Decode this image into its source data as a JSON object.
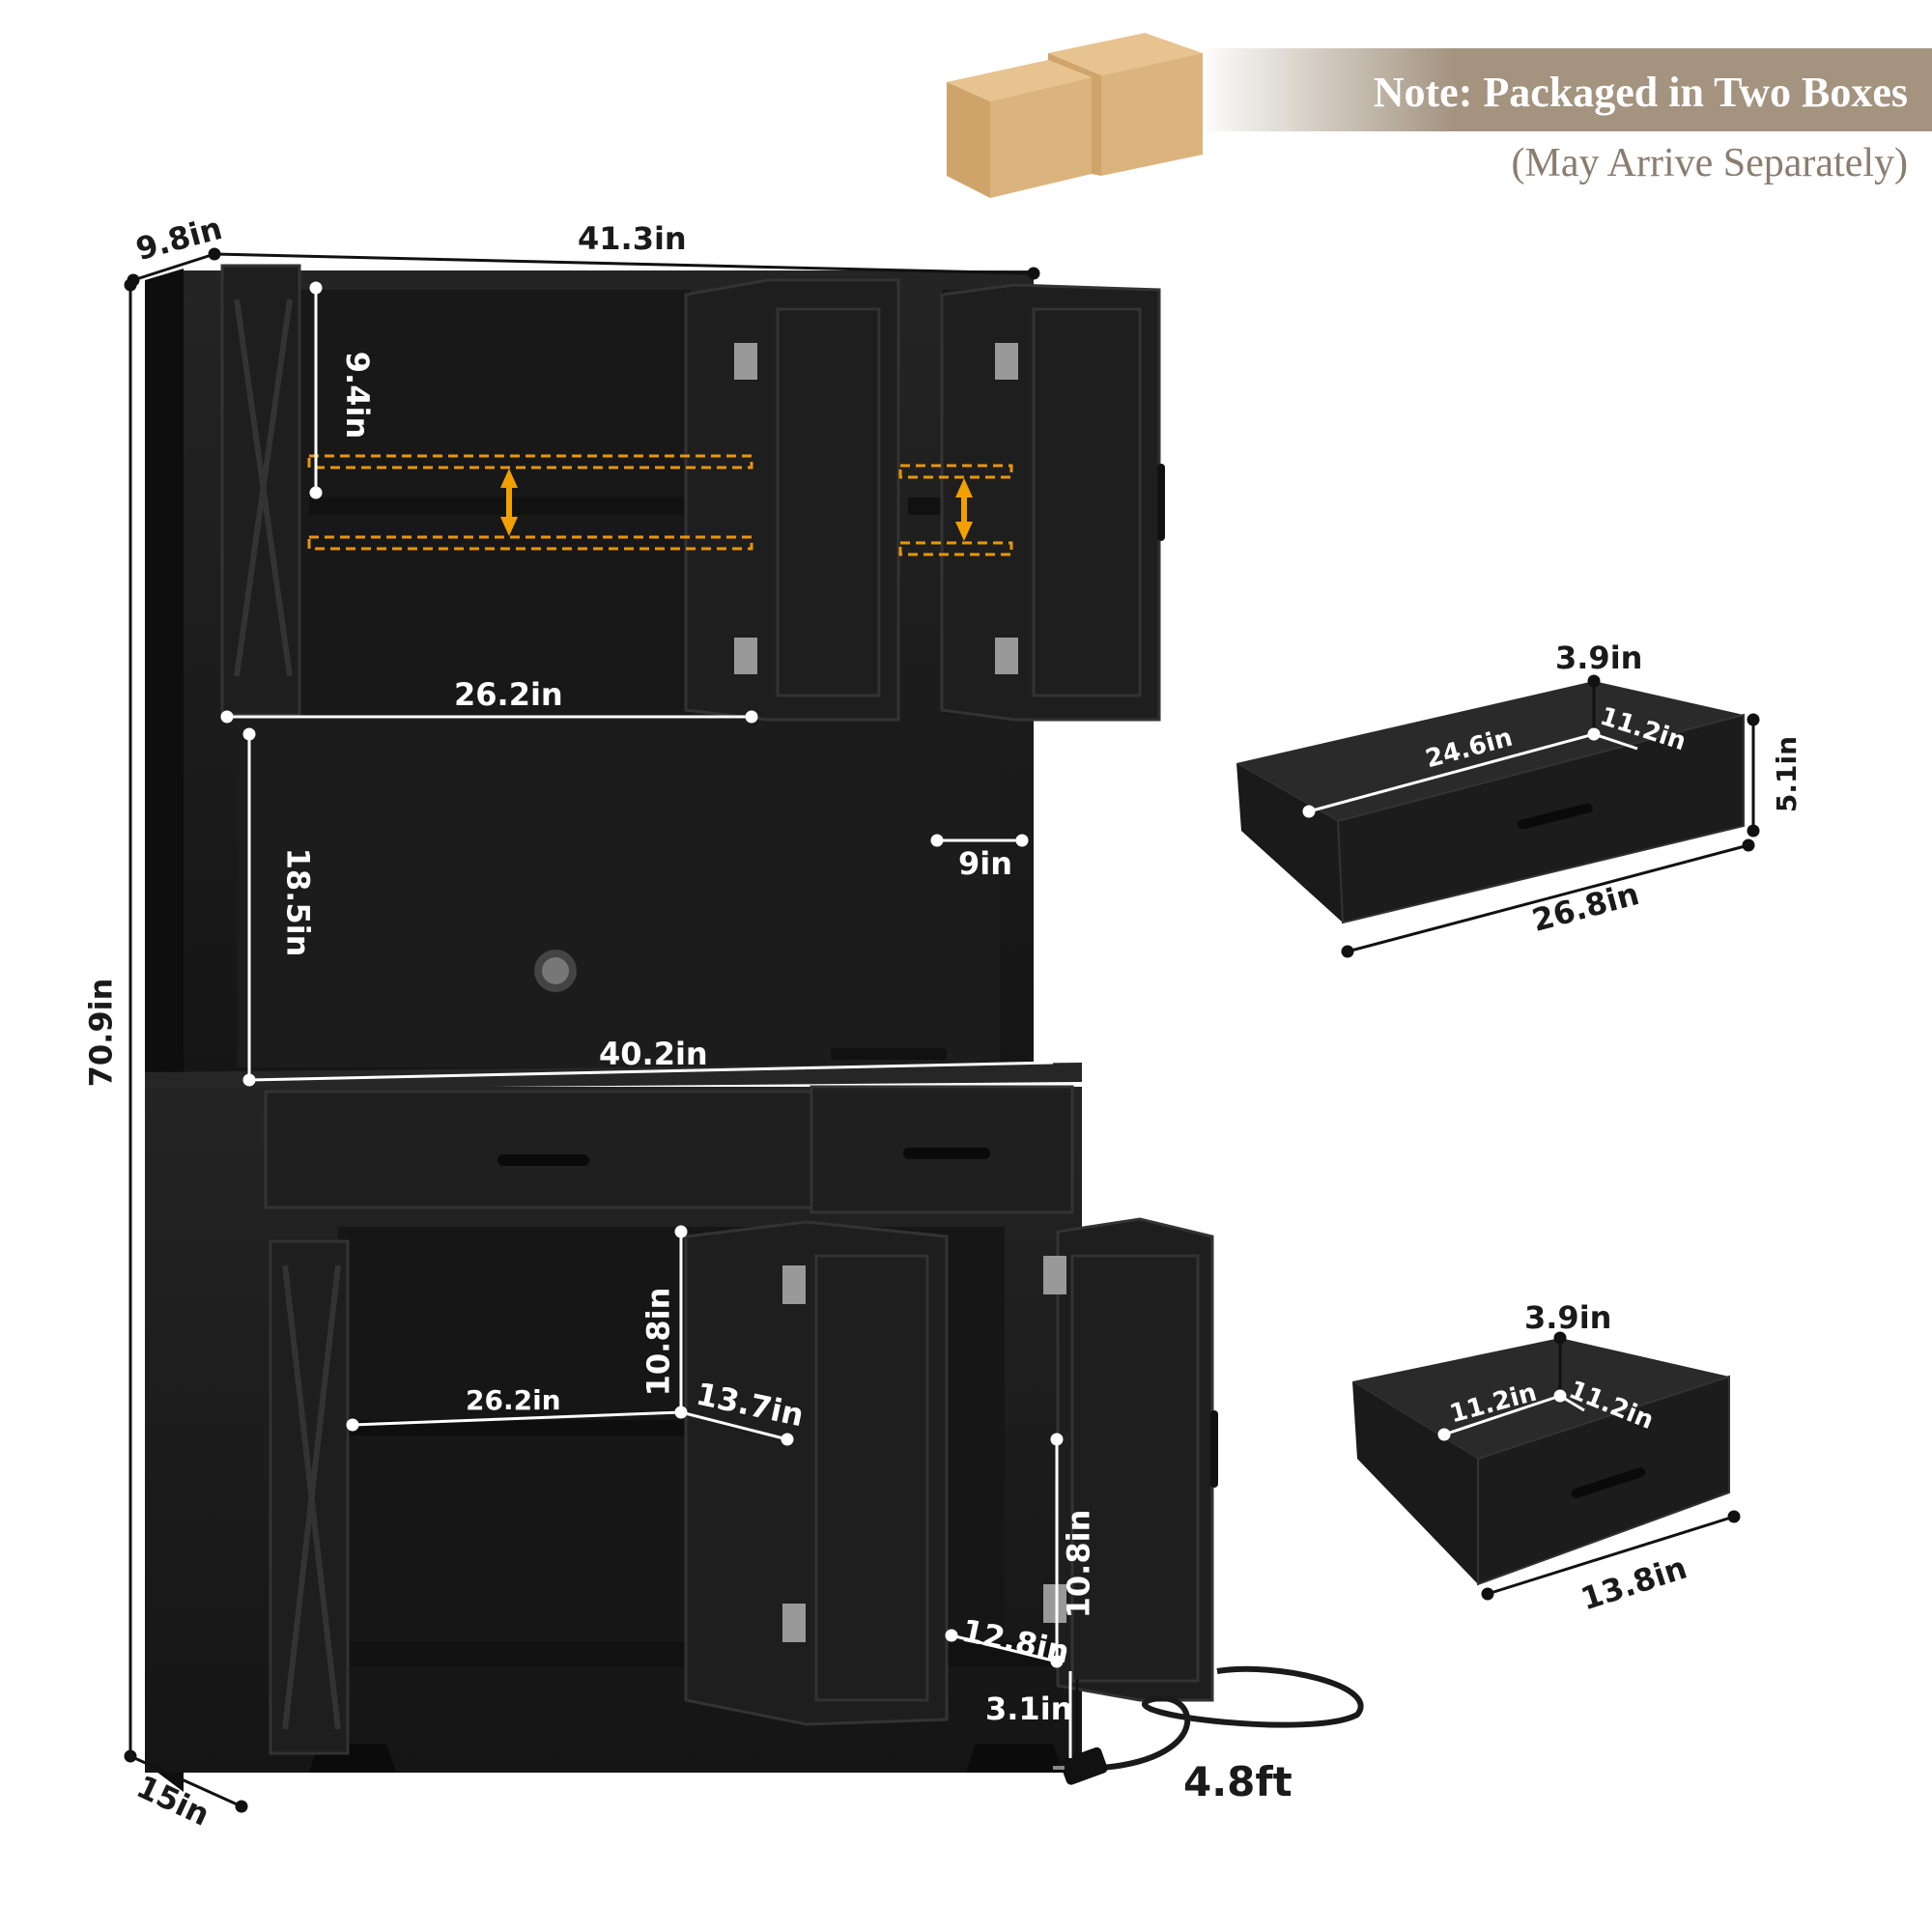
{
  "note": {
    "title": "Note: Packaged in Two Boxes",
    "subtitle": "(May Arrive Separately)"
  },
  "cabinet": {
    "depth_top": "9.8in",
    "width_top": "41.3in",
    "height_total": "70.9in",
    "depth_base": "15in",
    "upper_shelf_height": "9.4in",
    "upper_shelf_width": "26.2in",
    "hutch_height": "18.5in",
    "side_shelf_width": "9in",
    "countertop_width": "40.2in",
    "lower_shelf_height_left": "10.8in",
    "lower_shelf_width": "26.2in",
    "lower_shelf_depth": "13.7in",
    "lower_shelf_height_right": "10.8in",
    "lower_right_depth": "12.8in",
    "kick_height": "3.1in",
    "cord_length": "4.8ft"
  },
  "drawer_large": {
    "height_inner": "3.9in",
    "depth": "11.2in",
    "inner_width": "24.6in",
    "height": "5.1in",
    "outer_width": "26.8in"
  },
  "drawer_small": {
    "height_inner": "3.9in",
    "inner_width": "11.2in",
    "depth": "11.2in",
    "outer_width": "13.8in"
  },
  "colors": {
    "cabinet": "#1c1c1c",
    "cabinet_dark": "#0f0f0f",
    "shelf_highlight": "#e8960c",
    "banner": "#a3937f",
    "box": "#d8b27e"
  },
  "icons": [
    "cardboard-box-icon",
    "power-plug-icon",
    "hinge-icon",
    "drawer-handle-icon"
  ]
}
